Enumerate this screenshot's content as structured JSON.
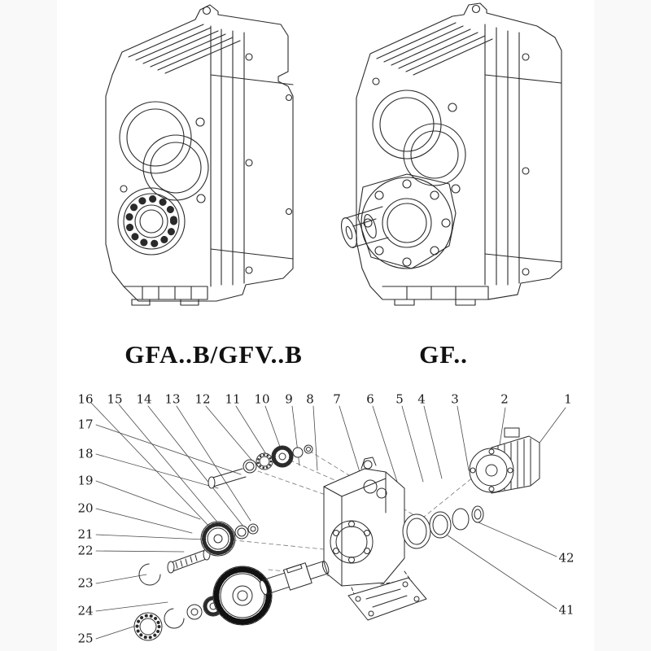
{
  "products": [
    {
      "label": "GFA..B/GFV..B"
    },
    {
      "label": "GF.."
    }
  ],
  "callouts": {
    "top": [
      "16",
      "15",
      "14",
      "13",
      "12",
      "11",
      "10",
      "9",
      "8",
      "7",
      "6",
      "5",
      "4",
      "3",
      "2",
      "1"
    ],
    "left": [
      "17",
      "18",
      "19",
      "20",
      "21",
      "22",
      "23",
      "24",
      "25"
    ],
    "right": [
      "42",
      "41"
    ]
  }
}
